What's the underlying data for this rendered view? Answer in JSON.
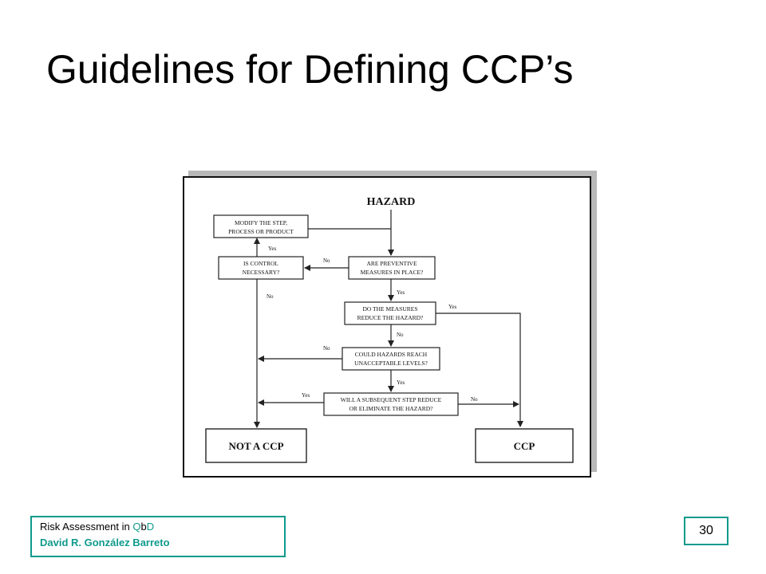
{
  "slide": {
    "title": "Guidelines for Defining CCP’s",
    "footer": {
      "line1_prefix": "Risk Assessment in ",
      "line1_q": "Q",
      "line1_b": "b",
      "line1_d": "D",
      "author": "David R. González Barreto"
    },
    "page_number": "30"
  },
  "diagram": {
    "hazard": "HAZARD",
    "modify_1": "MODIFY THE STEP,",
    "modify_2": "PROCESS OR PRODUCT",
    "control_1": "IS CONTROL",
    "control_2": "NECESSARY?",
    "preventive_1": "ARE PREVENTIVE",
    "preventive_2": "MEASURES IN PLACE?",
    "reduce_1": "DO THE MEASURES",
    "reduce_2": "REDUCE THE HAZARD?",
    "levels_1": "COULD HAZARDS REACH",
    "levels_2": "UNACCEPTABLE LEVELS?",
    "subsequent_1": "WILL A SUBSEQUENT STEP REDUCE",
    "subsequent_2": "OR ELIMINATE THE HAZARD?",
    "not_ccp": "NOT A CCP",
    "ccp": "CCP",
    "yes": "Yes",
    "no": "No"
  },
  "colors": {
    "accent": "#0f9a8c",
    "shadow": "#b8b8b8"
  }
}
